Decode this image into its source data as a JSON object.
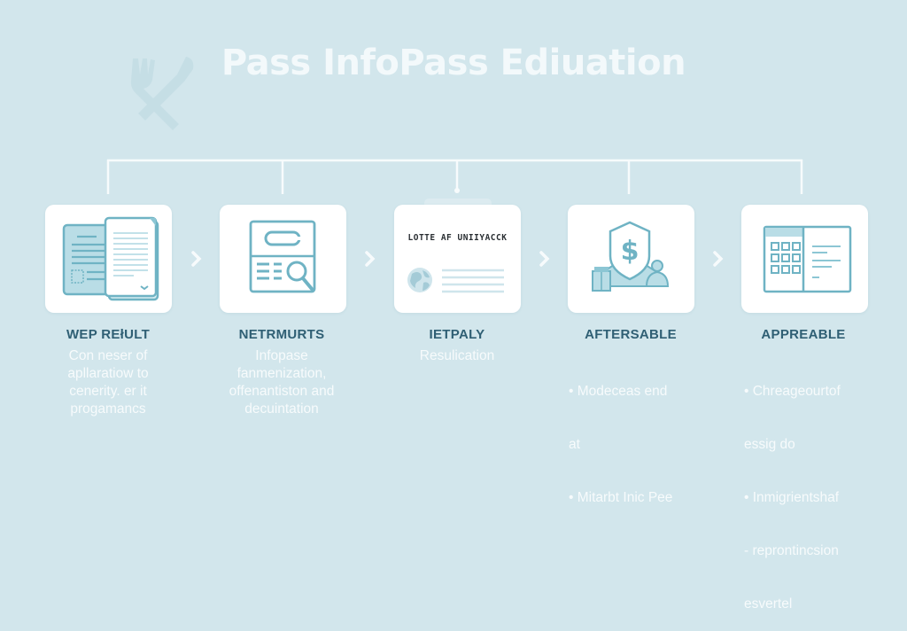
{
  "title": "Pass InfoPass Ediuation",
  "colors": {
    "background": "#d2e6ec",
    "card": "#ffffff",
    "icon_stroke": "#6fb3c4",
    "icon_fill": "#b9dde6",
    "step_title": "#2f5f74",
    "desc_text": "#f7fbfc",
    "connector": "#f7fbfc"
  },
  "background_icon": "fork-knife-icon",
  "steps": [
    {
      "title": "WEP REłULT",
      "icon": "open-documents-icon",
      "description": [
        "Con neser of",
        "apllaratiow to",
        "cenerity. er it",
        "progamancs"
      ]
    },
    {
      "title": "NETRMURTS",
      "icon": "document-search-icon",
      "description": [
        "Infopase",
        "fanmenization,",
        "offenantiston and",
        "decuintation"
      ]
    },
    {
      "title": "IETPALY",
      "icon": "clipboard-globe-icon",
      "card_heading": "LOTTE AF UNIIYACCK",
      "description": [
        "Resulication"
      ]
    },
    {
      "title": "AFTERSABLE",
      "icon": "shield-dollar-icon",
      "bullets": [
        "• Modeceas end",
        "  at",
        "• Mitarbt Inic Pee"
      ]
    },
    {
      "title": "APPREABLE",
      "icon": "calculator-panel-icon",
      "bullets": [
        "• Chreageourtof",
        "  essig do",
        "• Inmigrientshaf",
        "- reprontincsion",
        "  esvertel"
      ]
    }
  ],
  "arrows": [
    "chevron-right",
    "chevron-right",
    "chevron-right",
    "chevron-right"
  ]
}
